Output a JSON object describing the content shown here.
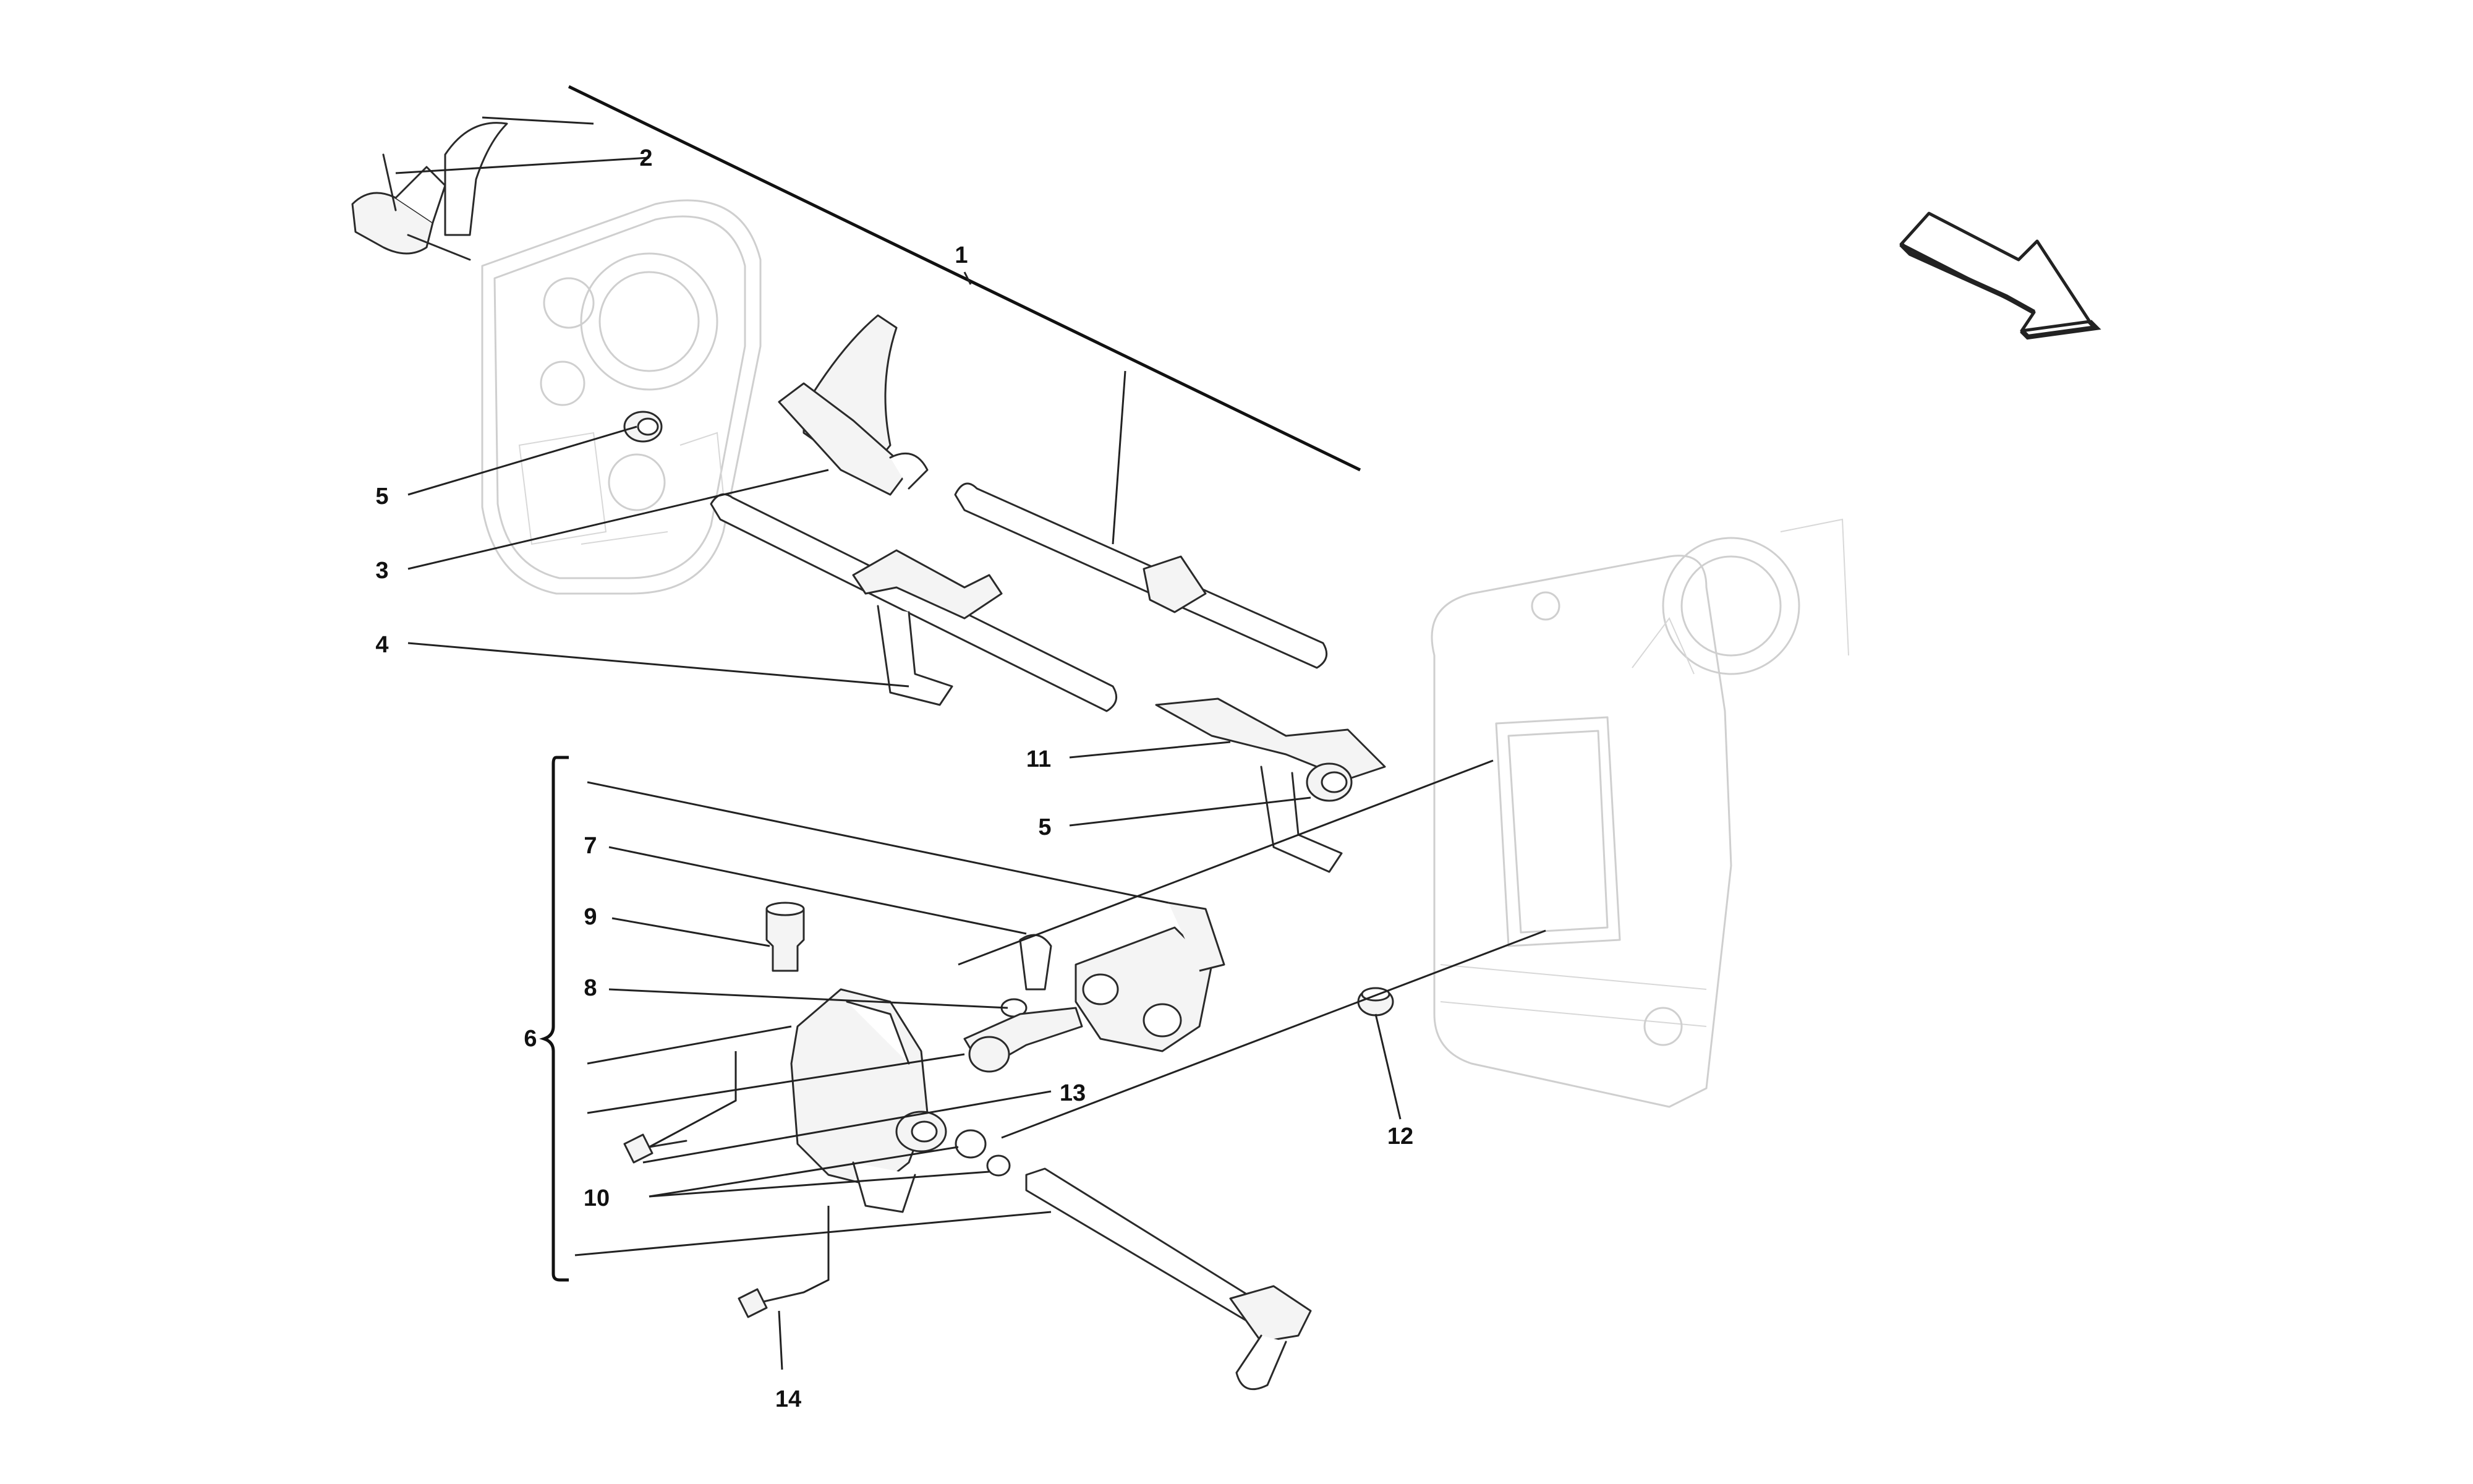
{
  "callouts": {
    "c1": "1",
    "c2": "2",
    "c3": "3",
    "c4": "4",
    "c5a": "5",
    "c5b": "5",
    "c6": "6",
    "c7": "7",
    "c8": "8",
    "c9": "9",
    "c10": "10",
    "c11": "11",
    "c12": "12",
    "c13": "13",
    "c14": "14"
  },
  "colors": {
    "ink": "#222222",
    "ghost": "#cfcfcf",
    "background": "#ffffff"
  },
  "icons": {
    "direction_arrow": "direction-arrow-icon"
  }
}
